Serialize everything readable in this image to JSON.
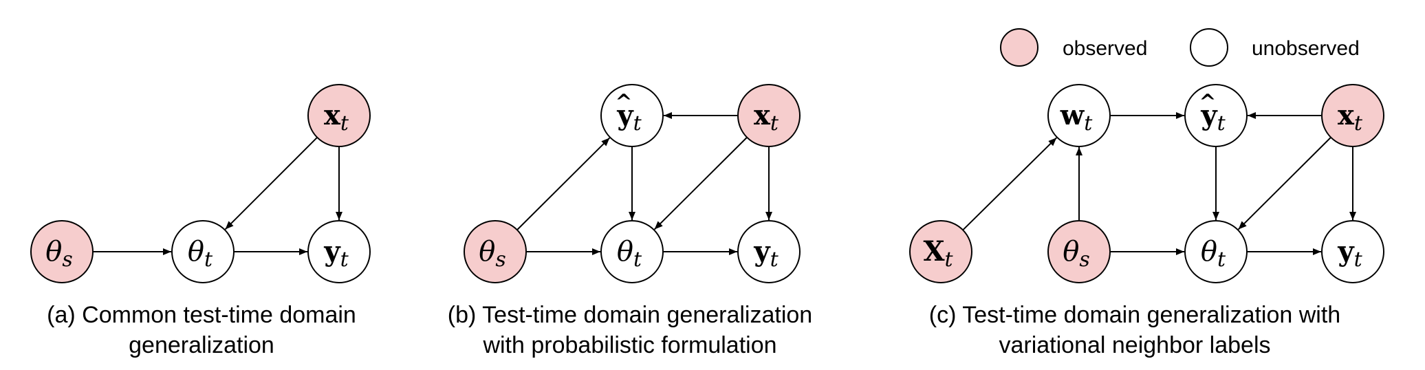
{
  "colors": {
    "observed": "#f6cdcd",
    "unobserved": "#ffffff",
    "stroke": "#000000"
  },
  "legend": {
    "observed_label": "observed",
    "unobserved_label": "unobserved"
  },
  "diagrams": [
    {
      "id": "a",
      "caption": [
        "(a) Common test-time domain",
        "generalization"
      ],
      "nodes": [
        {
          "id": "x",
          "base": "x",
          "accent": "",
          "sub": "t",
          "style": "bold",
          "observed": true
        },
        {
          "id": "ts",
          "base": "θ",
          "accent": "",
          "sub": "s",
          "style": "italic",
          "observed": true
        },
        {
          "id": "tt",
          "base": "θ",
          "accent": "",
          "sub": "t",
          "style": "italic",
          "observed": false
        },
        {
          "id": "y",
          "base": "y",
          "accent": "",
          "sub": "t",
          "style": "bold",
          "observed": false
        }
      ],
      "edges": [
        {
          "from": "ts",
          "to": "tt"
        },
        {
          "from": "tt",
          "to": "y"
        },
        {
          "from": "x",
          "to": "tt"
        },
        {
          "from": "x",
          "to": "y"
        }
      ]
    },
    {
      "id": "b",
      "caption": [
        "(b) Test-time domain generalization",
        "with probabilistic formulation"
      ],
      "nodes": [
        {
          "id": "yh",
          "base": "y",
          "accent": "^",
          "sub": "t",
          "style": "bold",
          "observed": false
        },
        {
          "id": "x",
          "base": "x",
          "accent": "",
          "sub": "t",
          "style": "bold",
          "observed": true
        },
        {
          "id": "ts",
          "base": "θ",
          "accent": "",
          "sub": "s",
          "style": "italic",
          "observed": true
        },
        {
          "id": "tt",
          "base": "θ",
          "accent": "",
          "sub": "t",
          "style": "italic",
          "observed": false
        },
        {
          "id": "y",
          "base": "y",
          "accent": "",
          "sub": "t",
          "style": "bold",
          "observed": false
        }
      ],
      "edges": [
        {
          "from": "x",
          "to": "yh"
        },
        {
          "from": "ts",
          "to": "yh"
        },
        {
          "from": "yh",
          "to": "tt"
        },
        {
          "from": "x",
          "to": "tt"
        },
        {
          "from": "x",
          "to": "y"
        },
        {
          "from": "ts",
          "to": "tt"
        },
        {
          "from": "tt",
          "to": "y"
        }
      ]
    },
    {
      "id": "c",
      "caption": [
        "(c) Test-time domain generalization with",
        "variational neighbor labels"
      ],
      "nodes": [
        {
          "id": "w",
          "base": "w",
          "accent": "",
          "sub": "t",
          "style": "bold",
          "observed": false
        },
        {
          "id": "yh",
          "base": "y",
          "accent": "^",
          "sub": "t",
          "style": "bold",
          "observed": false
        },
        {
          "id": "x",
          "base": "x",
          "accent": "",
          "sub": "t",
          "style": "bold",
          "observed": true
        },
        {
          "id": "X",
          "base": "X",
          "accent": "",
          "sub": "t",
          "style": "bold",
          "observed": true
        },
        {
          "id": "ts",
          "base": "θ",
          "accent": "",
          "sub": "s",
          "style": "italic",
          "observed": true
        },
        {
          "id": "tt",
          "base": "θ",
          "accent": "",
          "sub": "t",
          "style": "italic",
          "observed": false
        },
        {
          "id": "y",
          "base": "y",
          "accent": "",
          "sub": "t",
          "style": "bold",
          "observed": false
        }
      ],
      "edges": [
        {
          "from": "X",
          "to": "w"
        },
        {
          "from": "ts",
          "to": "w"
        },
        {
          "from": "w",
          "to": "yh"
        },
        {
          "from": "x",
          "to": "yh"
        },
        {
          "from": "yh",
          "to": "tt"
        },
        {
          "from": "x",
          "to": "tt"
        },
        {
          "from": "x",
          "to": "y"
        },
        {
          "from": "ts",
          "to": "tt"
        },
        {
          "from": "tt",
          "to": "y"
        }
      ]
    }
  ]
}
